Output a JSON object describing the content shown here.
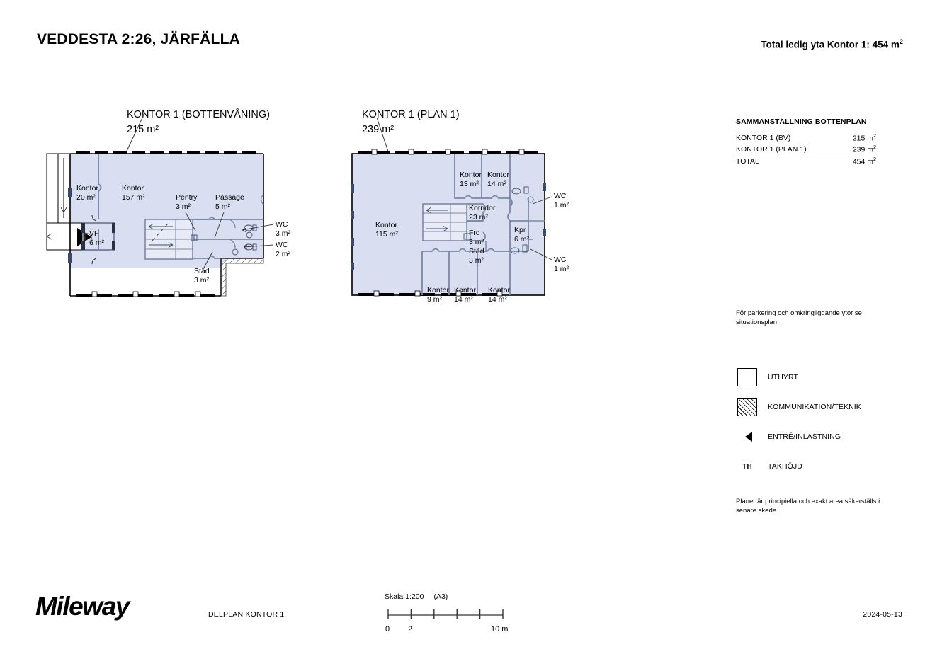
{
  "header": {
    "title": "VEDDESTA 2:26, JÄRFÄLLA",
    "total_area_label": "Total ledig yta Kontor 1: 454 m",
    "total_area_sup": "2"
  },
  "plans": [
    {
      "id": "plan-a",
      "title": "KONTOR 1 (BOTTENVÅNING)",
      "area": "215 m²",
      "rooms": [
        {
          "name": "Kontor",
          "area": "20 m²"
        },
        {
          "name": "Kontor",
          "area": "157 m²"
        },
        {
          "name": "Pentry",
          "area": "3 m²"
        },
        {
          "name": "Passage",
          "area": "5 m²"
        },
        {
          "name": "Städ",
          "area": "3 m²"
        },
        {
          "name": "VF",
          "area": "6 m²"
        },
        {
          "name": "WC",
          "area": "3 m²"
        },
        {
          "name": "WC",
          "area": "2 m²"
        }
      ]
    },
    {
      "id": "plan-b",
      "title": "KONTOR 1 (PLAN 1)",
      "area": "239 m²",
      "rooms": [
        {
          "name": "Kontor",
          "area": "115 m²"
        },
        {
          "name": "Kontor",
          "area": "13 m²"
        },
        {
          "name": "Kontor",
          "area": "14 m²"
        },
        {
          "name": "Kontor",
          "area": "9 m²"
        },
        {
          "name": "Kontor",
          "area": "14 m²"
        },
        {
          "name": "Kontor",
          "area": "14 m²"
        },
        {
          "name": "Korridor",
          "area": "23 m²"
        },
        {
          "name": "Frd",
          "area": "3 m²"
        },
        {
          "name": "Städ",
          "area": "3 m²"
        },
        {
          "name": "Kpr",
          "area": "6 m²"
        },
        {
          "name": "WC",
          "area": "1 m²"
        },
        {
          "name": "WC",
          "area": "1 m²"
        }
      ]
    }
  ],
  "summary": {
    "title": "SAMMANSTÄLLNING BOTTENPLAN",
    "rows": [
      {
        "label": "KONTOR 1 (BV)",
        "value": "215 m",
        "sup": "2"
      },
      {
        "label": "KONTOR 1 (PLAN 1)",
        "value": "239 m",
        "sup": "2"
      },
      {
        "label": "TOTAL",
        "value": "454 m",
        "sup": "2"
      }
    ]
  },
  "parking_note": "För parkering och omkringliggande ytor se situationsplan.",
  "legend": {
    "items": [
      {
        "symbol": "box",
        "label": "UTHYRT"
      },
      {
        "symbol": "hatch",
        "label": "KOMMUNIKATION/TEKNIK"
      },
      {
        "symbol": "triangle",
        "label": "ENTRÉ/INLASTNING"
      },
      {
        "symbol": "th",
        "symbol_text": "TH",
        "label": "TAKHÖJD"
      }
    ]
  },
  "disclaimer": "Planer är principiella och exakt area säkerställs i senare skede.",
  "footer": {
    "logo": "Mileway",
    "sheet_name": "DELPLAN KONTOR 1",
    "date": "2024-05-13"
  },
  "scale": {
    "caption": "Skala 1:200",
    "paper": "(A3)",
    "start_label": "0",
    "second_label": "2",
    "end_label": "10 m",
    "ticks": [
      0,
      2,
      4,
      6,
      8,
      10
    ]
  },
  "colors": {
    "room_fill": "#d9dff0",
    "wall": "#000000",
    "wall_inner": "#7b88a8",
    "text": "#000000"
  }
}
